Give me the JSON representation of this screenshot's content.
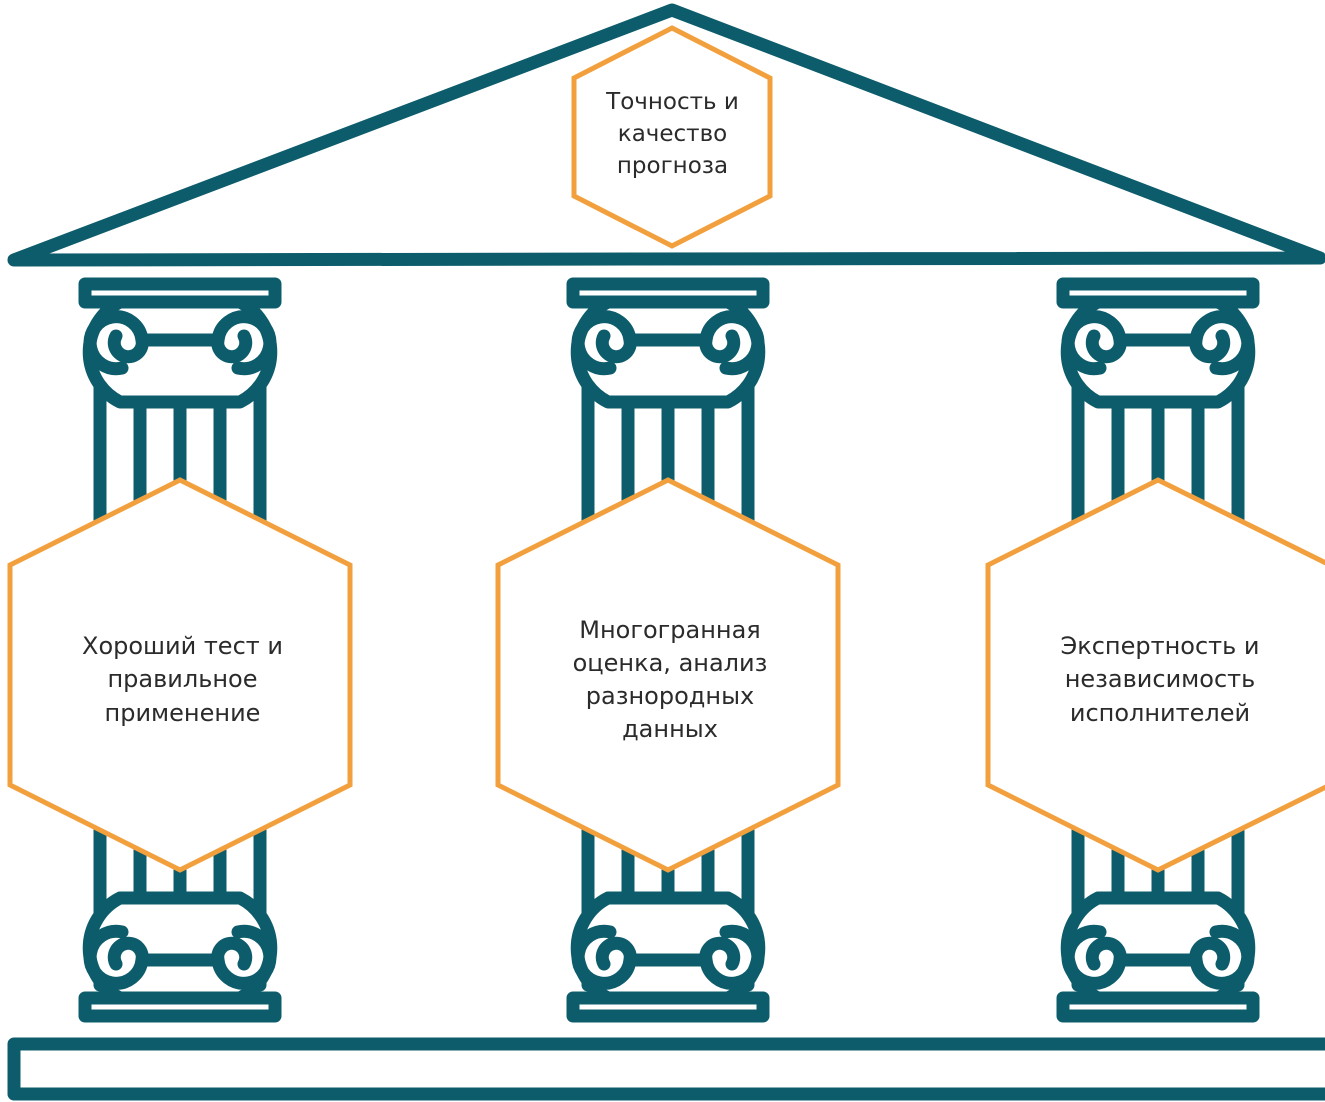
{
  "diagram": {
    "roof_label": "Точность и\nкачество\nпрогноза",
    "pillars": [
      {
        "label": "Хороший тест и\nправильное\nприменение"
      },
      {
        "label": "Многогранная\nоценка, анализ\nразнородных\nданных"
      },
      {
        "label": "Экспертность и\nнезависимость\nисполнителей"
      }
    ],
    "colors": {
      "structure": "#0d5c6b",
      "hexagon_outline": "#f2a03d",
      "text": "#2b2b2b",
      "background": "#ffffff"
    }
  }
}
